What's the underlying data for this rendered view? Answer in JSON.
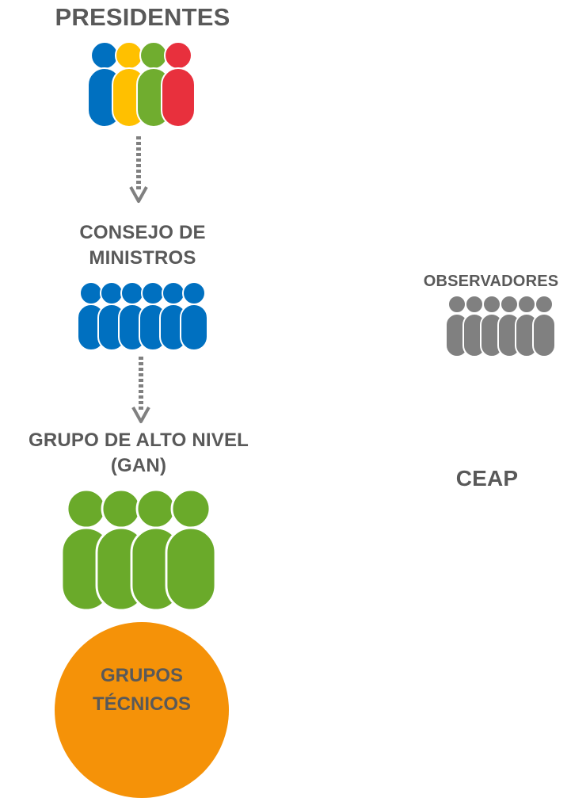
{
  "diagram": {
    "presidentes": {
      "label": "PRESIDENTES",
      "colors": [
        "#0070c0",
        "#ffc000",
        "#70ad2f",
        "#e8303d"
      ]
    },
    "consejo": {
      "label_line1": "CONSEJO DE",
      "label_line2": "MINISTROS",
      "color": "#0070c0"
    },
    "gan": {
      "label_line1": "GRUPO DE ALTO NIVEL",
      "label_line2": "(GAN)",
      "color": "#6aaa2a"
    },
    "grupos_tecnicos": {
      "label_line1": "GRUPOS",
      "label_line2": "TÉCNICOS",
      "color": "#f59208"
    },
    "observadores": {
      "label": "OBSERVADORES",
      "color": "#808080"
    },
    "ceap": {
      "label": "CEAP"
    },
    "arrow_color": "#808080"
  }
}
